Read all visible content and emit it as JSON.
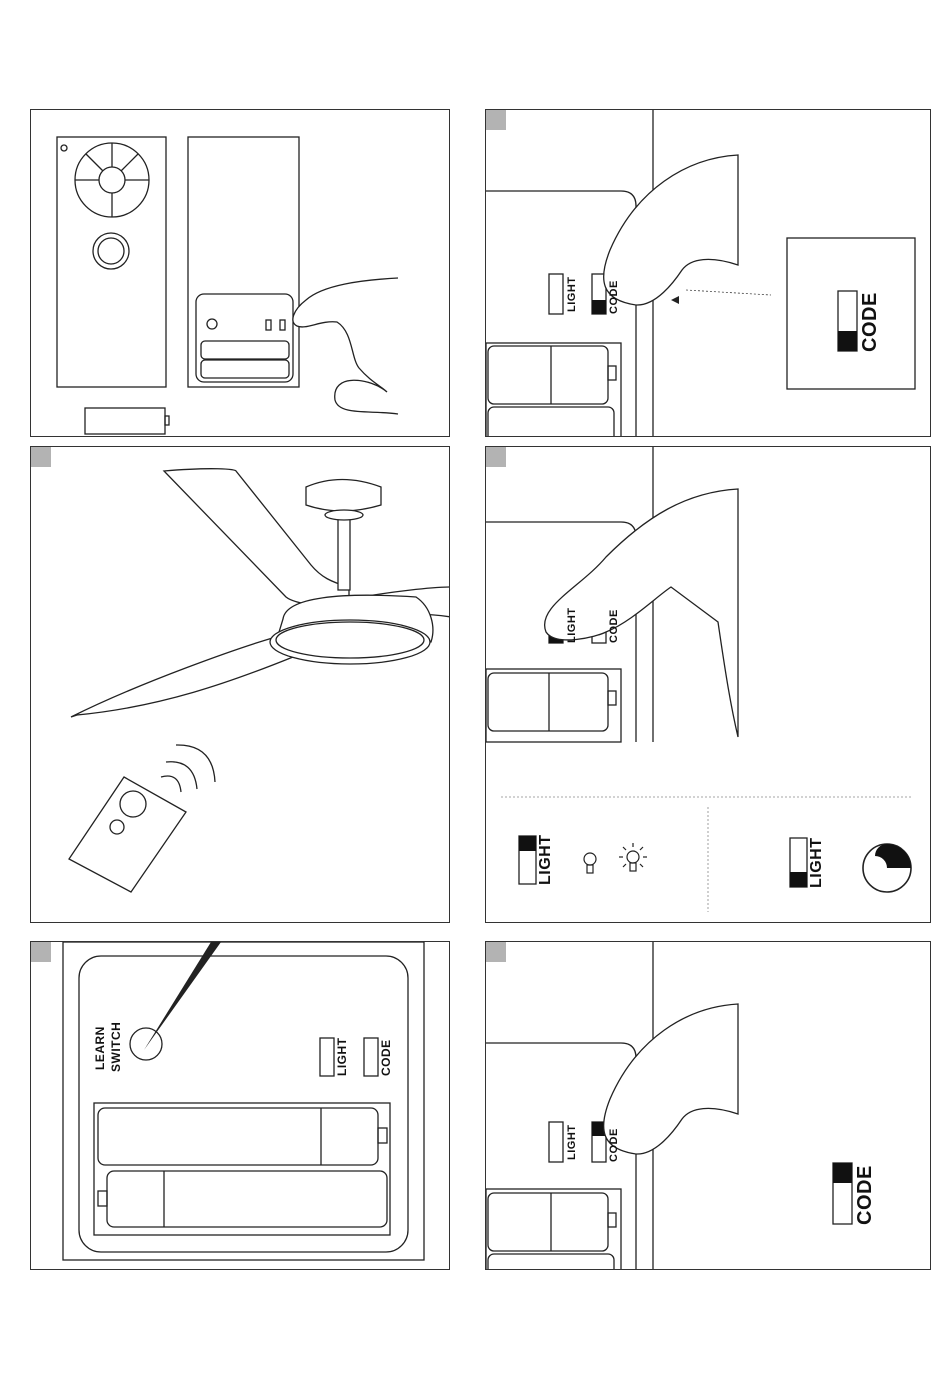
{
  "labels": {
    "light": "LIGHT",
    "code": "CODE",
    "learn": "LEARN",
    "switch": "SWITCH"
  },
  "colors": {
    "stroke": "#222222",
    "step_marker": "#b3b3b3",
    "switch_fill": "#111111"
  },
  "icons": [
    "remote-icon",
    "fan-icon",
    "bulb-icon",
    "bulb-on-icon",
    "dimmer-icon",
    "finger-icon",
    "battery-icon",
    "screwdriver-icon"
  ]
}
